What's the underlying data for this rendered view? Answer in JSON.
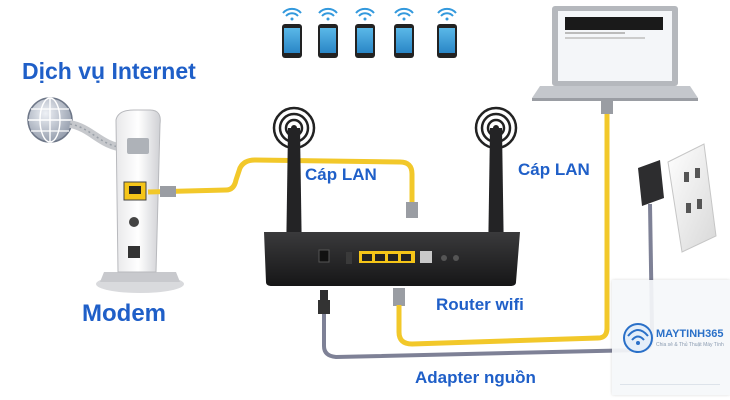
{
  "labels": {
    "internet": "Dịch vụ Internet",
    "modem": "Modem",
    "lan_left": "Cáp LAN",
    "lan_right": "Cáp LAN",
    "router": "Router wifi",
    "adapter": "Adapter nguồn"
  },
  "logo": {
    "brand": "MAYTINH365",
    "tagline": "Chia sẻ & Thủ Thuật Máy Tính"
  },
  "colors": {
    "label_blue": "#1f5fc8",
    "lan_cable": "#f2c82a",
    "power_cable": "#7e8196",
    "router_body": "#2b2b2b",
    "port_yellow": "#f5c518"
  }
}
